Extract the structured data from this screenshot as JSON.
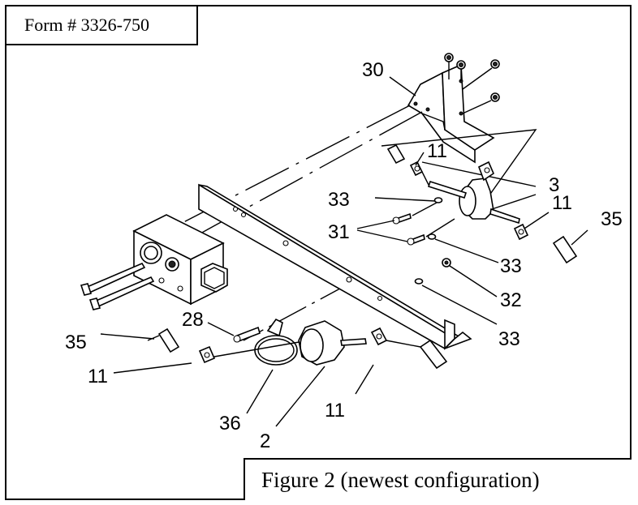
{
  "form_label": "Form # 3326-750",
  "figure_caption": "Figure 2 (newest configuration)",
  "callouts": {
    "c30": "30",
    "c11_upper": "11",
    "c3": "3",
    "c33_upper": "33",
    "c11_right": "11",
    "c35_right": "35",
    "c31": "31",
    "c33_mid": "33",
    "c32": "32",
    "c28": "28",
    "c33_lower": "33",
    "c35_left": "35",
    "c11_left": "11",
    "c36": "36",
    "c2": "2",
    "c11_bottom": "11"
  }
}
